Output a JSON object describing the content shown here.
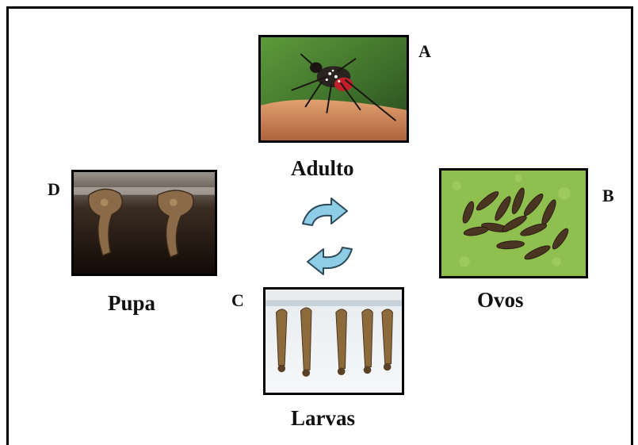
{
  "diagram": {
    "stages": [
      {
        "letter": "A",
        "label": "Adulto",
        "image": "mosquito-adult-photo"
      },
      {
        "letter": "B",
        "label": "Ovos",
        "image": "mosquito-eggs-photo"
      },
      {
        "letter": "C",
        "label": "Larvas",
        "image": "mosquito-larvae-photo"
      },
      {
        "letter": "D",
        "label": "Pupa",
        "image": "mosquito-pupa-photo"
      }
    ],
    "cycle_icon": "cycle-arrows-icon",
    "colors": {
      "arrow_fill": "#8ecde6",
      "arrow_stroke": "#2d4a5a",
      "border": "#000000"
    }
  }
}
